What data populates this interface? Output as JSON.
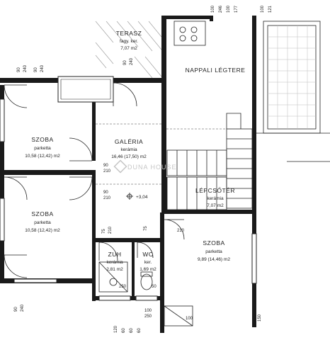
{
  "colors": {
    "wall": "#1a1a1a",
    "line": "#222222",
    "grid": "#bdbdbd",
    "watermark": "#c6c6c6"
  },
  "rooms": {
    "terasz": {
      "name": "TERASZ",
      "floor": "fagy. ker.",
      "area": "7,07 m2"
    },
    "nappali": {
      "name": "NAPPALI LÉGTERE"
    },
    "galeria": {
      "name": "GALÉRIA",
      "floor": "kerámia",
      "area": "16,46 (17,50) m2"
    },
    "szoba1": {
      "name": "SZOBA",
      "floor": "parketta",
      "area": "10,58 (12,42) m2"
    },
    "szoba2": {
      "name": "SZOBA",
      "floor": "parketta",
      "area": "10,58 (12,42) m2"
    },
    "lepcsoter": {
      "name": "LÉPCSŐTÉR",
      "floor": "kerámia",
      "area": "7,07 m2"
    },
    "szoba3": {
      "name": "SZOBA",
      "floor": "parketta",
      "area": "9,89 (14,46) m2"
    },
    "zuh": {
      "name": "ZUH",
      "floor": "kerámia",
      "area": "2,81 m2"
    },
    "wc": {
      "name": "WC",
      "floor": "ker.",
      "area": "1,69 m2"
    }
  },
  "level_mark": "+3,04",
  "watermark": "DUNA HOUSE",
  "dims": {
    "top": [
      "100",
      "246",
      "100",
      "177",
      "100",
      "121"
    ],
    "left1": [
      "90",
      "240"
    ],
    "left2": [
      "90",
      "240"
    ],
    "terrace": [
      "90",
      "240"
    ],
    "door_galeria": [
      "90",
      "210"
    ],
    "door_szoba2": [
      "90",
      "210"
    ],
    "door_lepcso": [
      "75",
      "210"
    ],
    "door_szoba3": [
      "75",
      "210"
    ],
    "left_bottom": [
      "90",
      "240"
    ],
    "bath_sill": [
      "250"
    ],
    "wc_sill": [
      "50"
    ],
    "bottom": [
      "120",
      "60",
      "60",
      "60",
      "100",
      "250"
    ],
    "bottom_right": [
      "100"
    ],
    "window_right": [
      "150"
    ]
  }
}
